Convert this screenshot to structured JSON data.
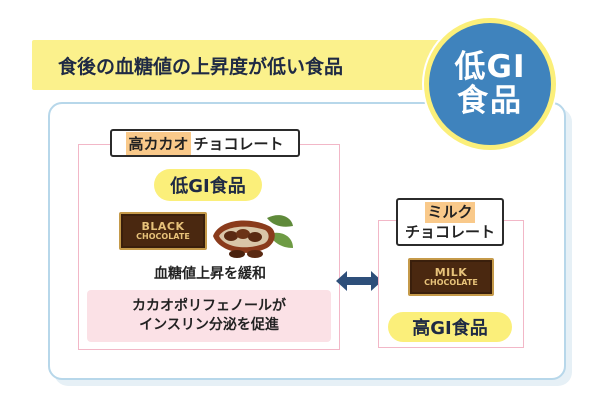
{
  "banner": {
    "title": "食後の血糖値の上昇度が低い食品"
  },
  "badge": {
    "line1": "低GI",
    "line2": "食品"
  },
  "left": {
    "label_highlight": "高カカオ",
    "label_rest": "チョコレート",
    "pill": "低GI食品",
    "bar_line1": "BLACK",
    "bar_line2": "CHOCOLATE",
    "effect": "血糖値上昇を緩和",
    "note_line1": "カカオポリフェノールが",
    "note_line2": "インスリン分泌を促進"
  },
  "right": {
    "label_highlight": "ミルク",
    "label_rest": "チョコレート",
    "pill": "高GI食品",
    "bar_line1": "MILK",
    "bar_line2": "CHOCOLATE"
  },
  "colors": {
    "banner": "#fbf18c",
    "badge": "#3f83bd",
    "badge_ring": "#fbef7a",
    "pink_border": "#f2b7c7",
    "pink_fill": "#fbe1e6",
    "arrow": "#2e4f7a",
    "chocolate": "#4a2810"
  },
  "icons": [
    "cacao-pod-icon",
    "double-arrow-icon"
  ]
}
